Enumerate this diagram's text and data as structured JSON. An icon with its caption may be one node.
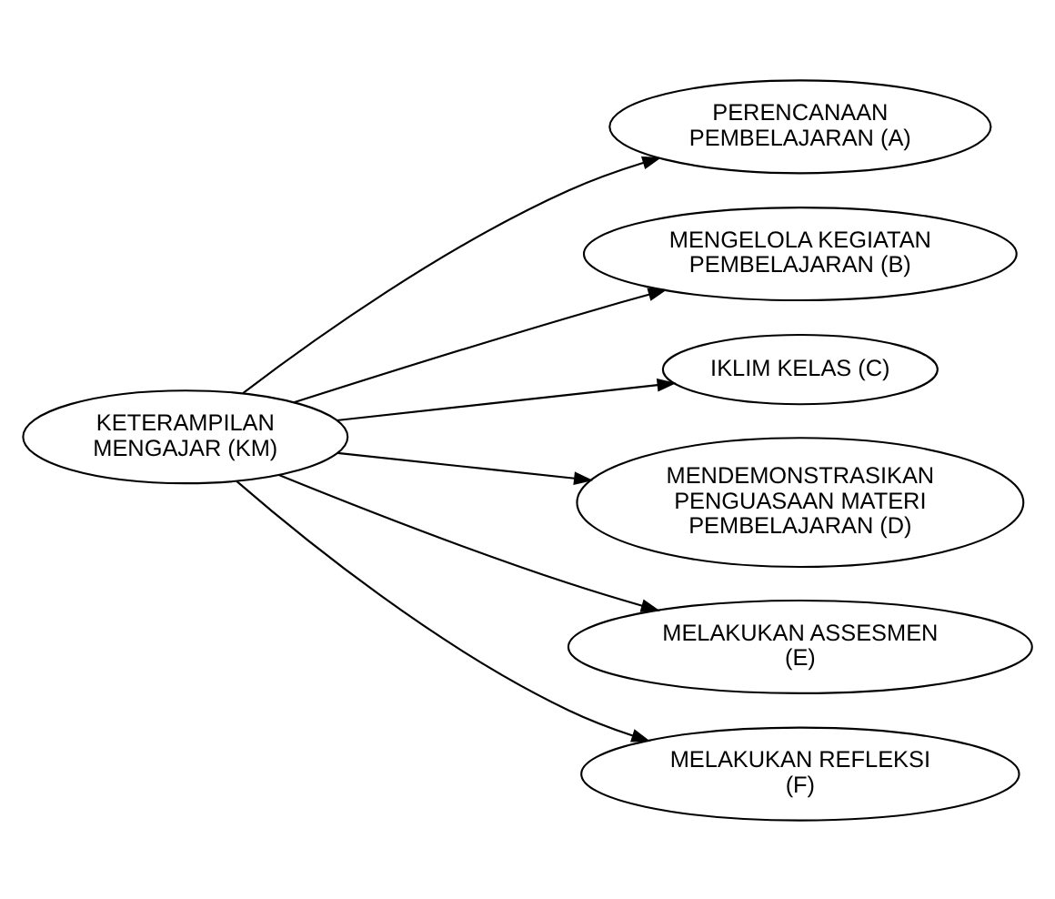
{
  "diagram": {
    "nodes": [
      {
        "text": [
          "KETERAMPILAN MENGAJAR (KM)"
        ]
      },
      {
        "text": [
          "PERENCANAAN PEMBELAJARAN (A)"
        ]
      },
      {
        "text": [
          "MENGELOLA KEGIATAN PEMBELAJARAN (B)"
        ]
      },
      {
        "text": [
          "IKLIM KELAS (C)"
        ]
      },
      {
        "text": [
          "MENDEMONSTRASIKAN PENGUASAAN MATERI PEMBELAJARAN (D)"
        ]
      },
      {
        "text": [
          "MELAKUKAN ASSESMEN (E)"
        ]
      },
      {
        "text": [
          "MELAKUKAN REFLEKSI (F)"
        ]
      }
    ],
    "edges": [
      {
        "from": 0,
        "to": 1,
        "arrow": "to"
      },
      {
        "from": 0,
        "to": 2,
        "arrow": "to"
      },
      {
        "from": 0,
        "to": 3,
        "arrow": "to"
      },
      {
        "from": 0,
        "to": 4,
        "arrow": "to"
      },
      {
        "from": 0,
        "to": 5,
        "arrow": "to"
      },
      {
        "from": 0,
        "to": 6,
        "arrow": "to"
      }
    ]
  }
}
